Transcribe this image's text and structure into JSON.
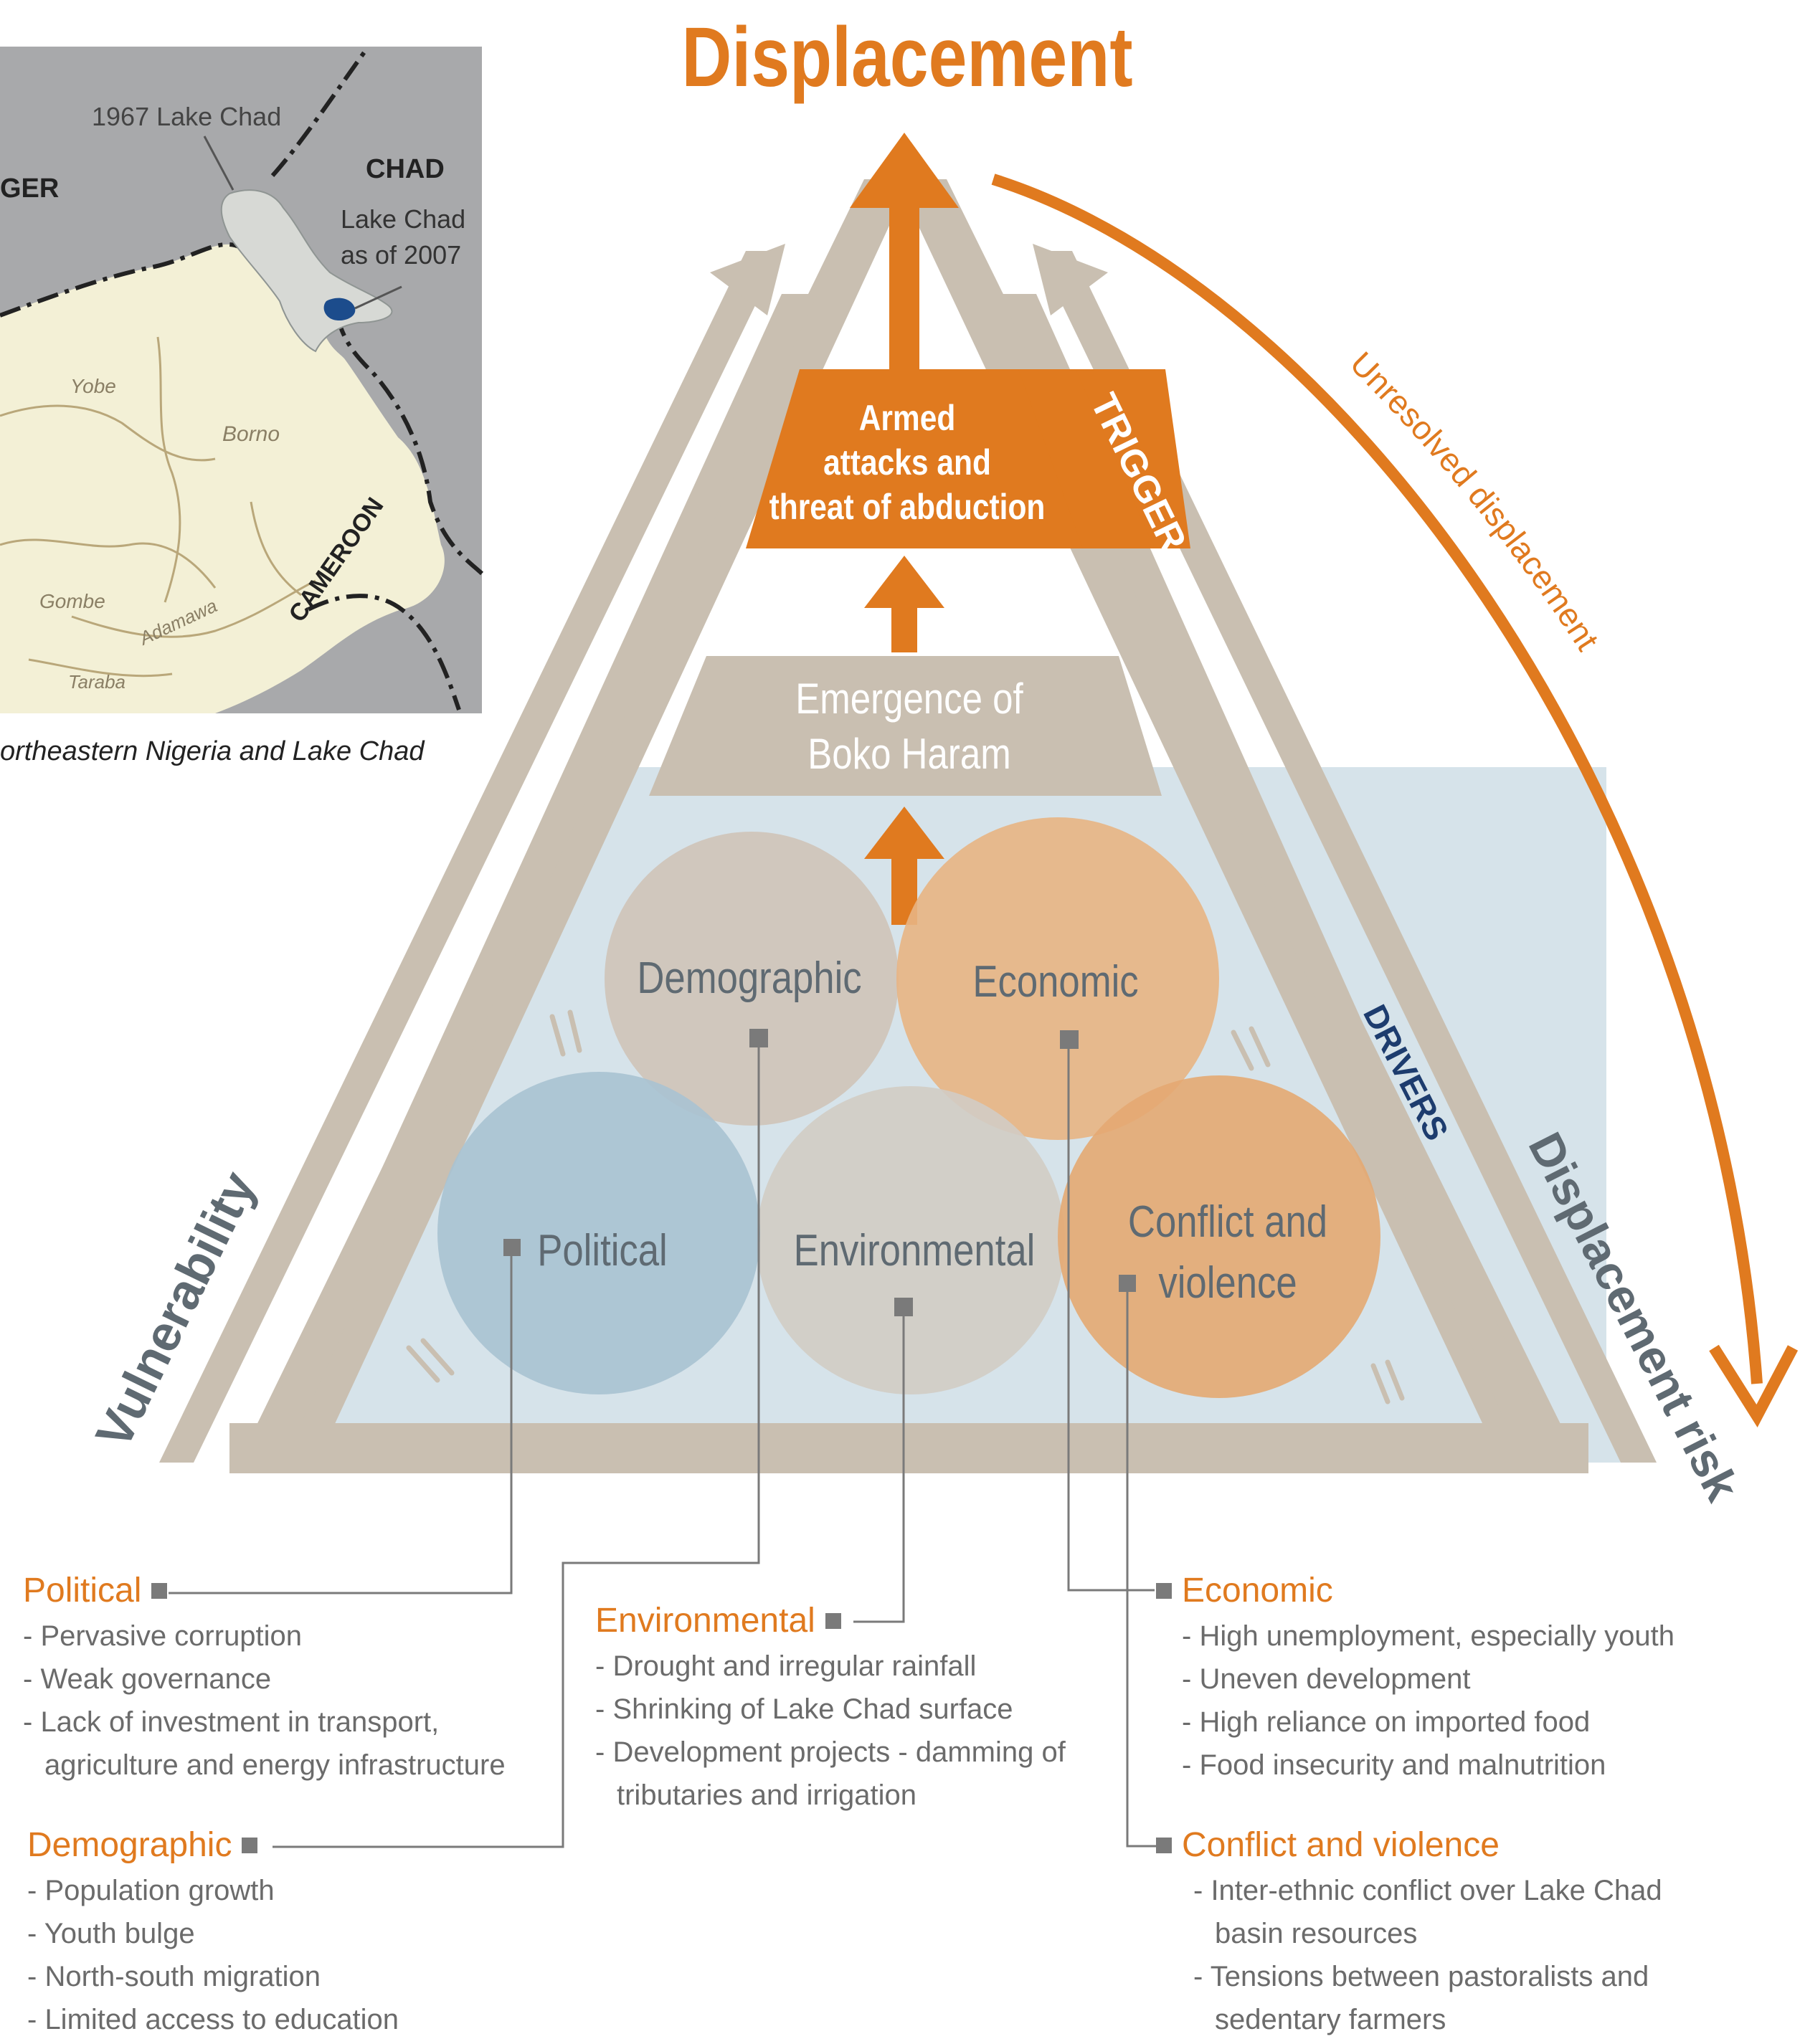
{
  "title": "Displacement",
  "map": {
    "labels": {
      "lake_1967": "1967 Lake Chad",
      "niger": "GER",
      "chad": "CHAD",
      "lake_2007_line1": "Lake Chad",
      "lake_2007_line2": "as of 2007",
      "yobe": "Yobe",
      "borno": "Borno",
      "cameroon": "CAMEROON",
      "gombe": "Gombe",
      "adamawa": "Adamawa",
      "taraba": "Taraba"
    },
    "caption": "ortheastern Nigeria and Lake Chad",
    "colors": {
      "water": "#c9d8e0",
      "land": "#f3f0d6",
      "outside": "#a8a9ab",
      "lake_2007": "#1c4c8c"
    }
  },
  "pyramid": {
    "trigger_label": "TRIGGER",
    "trigger_text": [
      "Armed",
      "attacks and",
      "threat of abduction"
    ],
    "boko_text": [
      "Emergence of",
      "Boko Haram"
    ],
    "drivers_label": "DRIVERS",
    "circles": {
      "demographic": "Demographic",
      "economic": "Economic",
      "political": "Political",
      "environmental": "Environmental",
      "conflict_line1": "Conflict and",
      "conflict_line2": "violence"
    },
    "vulnerability": "Vulnerability",
    "displacement_risk": "Displacement risk",
    "unresolved": "Unresolved displacement",
    "colors": {
      "orange": "#e07a1f",
      "taupe": "#c9bfb1",
      "blue_panel": "#d6e3ea",
      "circle_demographic": "#cfc3b8",
      "circle_economic": "#e8b483",
      "circle_political": "#a9c2d2",
      "circle_environmental": "#d2ccc4",
      "circle_conflict": "#e4a872",
      "drivers_text": "#1d3c6e"
    }
  },
  "details": {
    "political": {
      "heading": "Political",
      "items": [
        "Pervasive corruption",
        "Weak governance",
        "Lack of investment in transport, agriculture and energy infrastructure"
      ]
    },
    "demographic": {
      "heading": "Demographic",
      "items": [
        "Population growth",
        "Youth bulge",
        "North-south migration",
        "Limited access to education"
      ]
    },
    "environmental": {
      "heading": "Environmental",
      "items": [
        "Drought and irregular rainfall",
        "Shrinking of Lake Chad surface",
        "Development projects - damming of tributaries and irrigation"
      ]
    },
    "economic": {
      "heading": "Economic",
      "items": [
        "High unemployment, especially youth",
        "Uneven development",
        "High reliance on imported food",
        "Food insecurity and malnutrition"
      ]
    },
    "conflict": {
      "heading": "Conflict and violence",
      "items": [
        "Inter-ethnic conflict over Lake Chad basin resources",
        "Tensions between pastoralists and sedentary farmers"
      ]
    }
  }
}
